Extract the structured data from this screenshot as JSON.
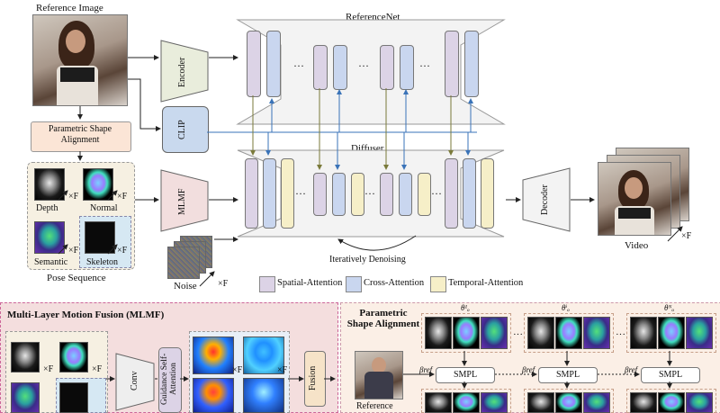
{
  "labels": {
    "reference_image": "Reference Image",
    "parametric_shape_alignment": "Parametric Shape Alignment",
    "pose_sequence": "Pose Sequence",
    "noise": "Noise",
    "times_f": "×F",
    "encoder": "Encoder",
    "clip": "CLIP",
    "mlmf": "MLMF",
    "referencenet": "ReferenceNet",
    "diffuser": "Diffuser",
    "decoder": "Decoder",
    "video": "Video",
    "iteratively_denoising": "Iteratively Denoising",
    "dots": "···",
    "poses": [
      "Depth",
      "Normal",
      "Semantic",
      "Skeleton"
    ]
  },
  "legend": [
    {
      "label": "Spatial-Attention",
      "color": "#dcd3e6"
    },
    {
      "label": "Cross-Attention",
      "color": "#c9d6ef"
    },
    {
      "label": "Temporal-Attention",
      "color": "#f6efc8"
    }
  ],
  "mlmf_panel": {
    "title": "Multi-Layer Motion Fusion (MLMF)",
    "conv": "Conv",
    "guidance": "Guidance Self-Attention",
    "fusion": "Fusion"
  },
  "psa_panel": {
    "title": "Parametric Shape Alignment",
    "reference": "Reference",
    "smpl": "SMPL",
    "theta_1": "θ¹ₒ",
    "theta_i": "θⁱₒ",
    "theta_n": "θᴺₒ",
    "beta_ref": "βref"
  },
  "colors": {
    "spatial": "#dcd3e6",
    "cross": "#c9d6ef",
    "temporal": "#f6efc8",
    "encoder_fill": "#e9eddc",
    "clip_fill": "#c9d9ee",
    "mlmf_fill": "#f2dede",
    "alignment_fill": "#fbe5d6",
    "pose_panel_fill": "#f6f0e2",
    "bottom_left_fill": "#f4dede",
    "bottom_right_fill": "#fbefe6",
    "arrow_blue": "#3a73b8",
    "arrow_olive": "#7a7a3a"
  }
}
